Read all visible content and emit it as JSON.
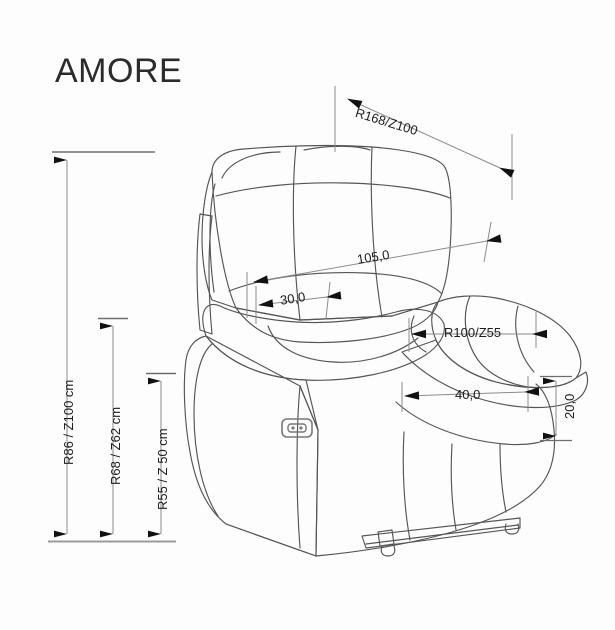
{
  "drawing": {
    "title": "AMORE",
    "background_color": "#fdfdfd",
    "line_color": "#4a4a4a",
    "dimension_color": "#1d1d1d",
    "subject": "recliner-armchair-technical-drawing"
  },
  "dimensions": {
    "height_overall": {
      "label": "R86 / Z100 cm",
      "orientation": "vertical"
    },
    "height_seat_back": {
      "label": "R68 / Z62 cm",
      "orientation": "vertical"
    },
    "height_seat": {
      "label": "R55 / Z 50 cm",
      "orientation": "vertical"
    },
    "depth_overall": {
      "label": "R168/Z100",
      "orientation": "diagonal"
    },
    "width_backrest": {
      "label": "105,0",
      "orientation": "diagonal"
    },
    "width_arm_left": {
      "label": "30,0",
      "orientation": "diagonal"
    },
    "depth_seat": {
      "label": "R100/Z55",
      "orientation": "horizontal"
    },
    "width_arm_right": {
      "label": "40,0",
      "orientation": "horizontal"
    },
    "height_detail": {
      "label": "20,0",
      "orientation": "vertical"
    }
  },
  "features": {
    "recliner_control_button": "recliner-control-button",
    "footrest_rail": "footrest-rail",
    "leg": "furniture-leg"
  }
}
